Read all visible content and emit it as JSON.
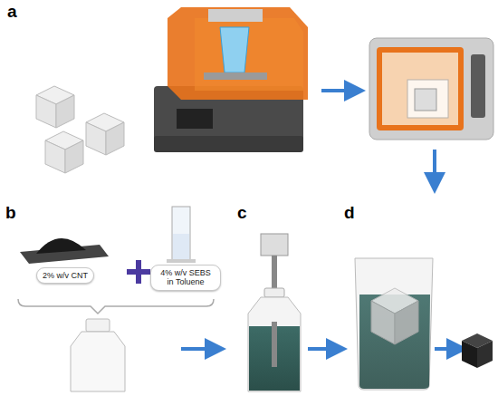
{
  "diagram": {
    "nodes": [
      {
        "text": [
          "2% w/v CNT"
        ]
      },
      {
        "text": [
          "4% w/v SEBS in Toluene"
        ]
      }
    ],
    "labels": [
      "a",
      "b",
      "c",
      "d"
    ]
  }
}
